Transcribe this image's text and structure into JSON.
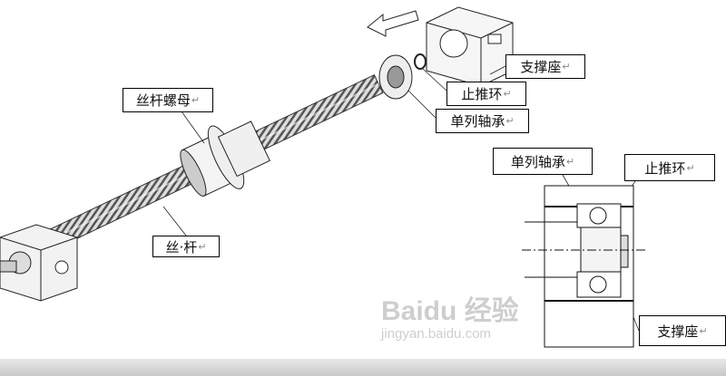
{
  "labels": {
    "nut": "丝杆螺母",
    "screw": "丝·杆",
    "support_top": "支撑座",
    "thrust_ring_top": "止推环",
    "bearing_top": "单列轴承",
    "bearing_detail": "单列轴承",
    "thrust_ring_detail": "止推环",
    "support_detail": "支撑座",
    "return_mark": "↵"
  },
  "watermark": {
    "brand": "Baidu",
    "cn": "经验",
    "url": "jingyan.baidu.com"
  }
}
